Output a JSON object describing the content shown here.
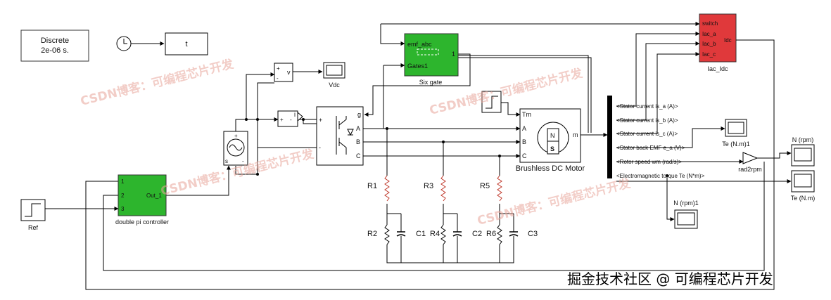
{
  "blocks": {
    "powergui": {
      "line1": "Discrete",
      "line2": "2e-06 s."
    },
    "clock_display": {
      "label": "t"
    },
    "scope_vdc": {
      "label": "Vdc"
    },
    "voltage_meas": {
      "label": "v",
      "plus": "+",
      "minus": "-"
    },
    "current_meas": {
      "label": "i",
      "plus": "+",
      "minus": "-"
    },
    "six_gate": {
      "label": "Six gate",
      "in_top": "emf_abc",
      "in_bottom": "Gates1",
      "out": "1"
    },
    "inverter": {
      "port_g": "g",
      "port_a": "A",
      "port_b": "B",
      "port_c": "C",
      "port_plus": "+",
      "port_minus": "-"
    },
    "motor": {
      "label": "Brushless DC Motor",
      "port_tm": "Tm",
      "port_a": "A",
      "port_b": "B",
      "port_c": "C",
      "port_m": "m",
      "n_pole": "N",
      "s_pole": "S"
    },
    "iac_idc": {
      "label": "Iac_Idc",
      "in1": "switch",
      "in2": "Iac_a",
      "in3": "Iac_b",
      "in4": "Iac_c",
      "out": "Idc"
    },
    "controller": {
      "label": "double pi controller",
      "in1": "1",
      "in2": "2",
      "in3": "3",
      "out": "Out_1"
    },
    "ref": {
      "label": "Ref"
    },
    "rad2rpm": {
      "label": "rad2rpm"
    },
    "scope_te": {
      "label": "Te (N.m)1"
    },
    "scope_n": {
      "label": "N (rpm)"
    },
    "scope_te2": {
      "label": "Te (N.m)"
    },
    "scope_n1": {
      "label": "N (rpm)1"
    },
    "dc_source": {
      "plus": "+",
      "minus": "-",
      "s_mark": "s"
    }
  },
  "bus_signals": [
    "<Stator current is_a (A)>",
    "<Stator current is_b (A)>",
    "<Stator current is_c (A)>",
    "<Stator back EMF e_a (V)>",
    "<Rotor speed wm (rad/s)>",
    "<Electromagnetic torque Te (N*m)>"
  ],
  "resistors": [
    "R1",
    "R2",
    "R3",
    "R4",
    "R5",
    "R6"
  ],
  "capacitors": [
    "C1",
    "C2",
    "C3"
  ],
  "watermarks": {
    "csdn": "CSDN博客：可编程芯片开发",
    "footer": "掘金技术社区 @ 可编程芯片开发"
  },
  "colors": {
    "green_block": "#2db52d",
    "red_block": "#e0393b",
    "wire": "#000000",
    "watermark": "#e8a59a"
  }
}
